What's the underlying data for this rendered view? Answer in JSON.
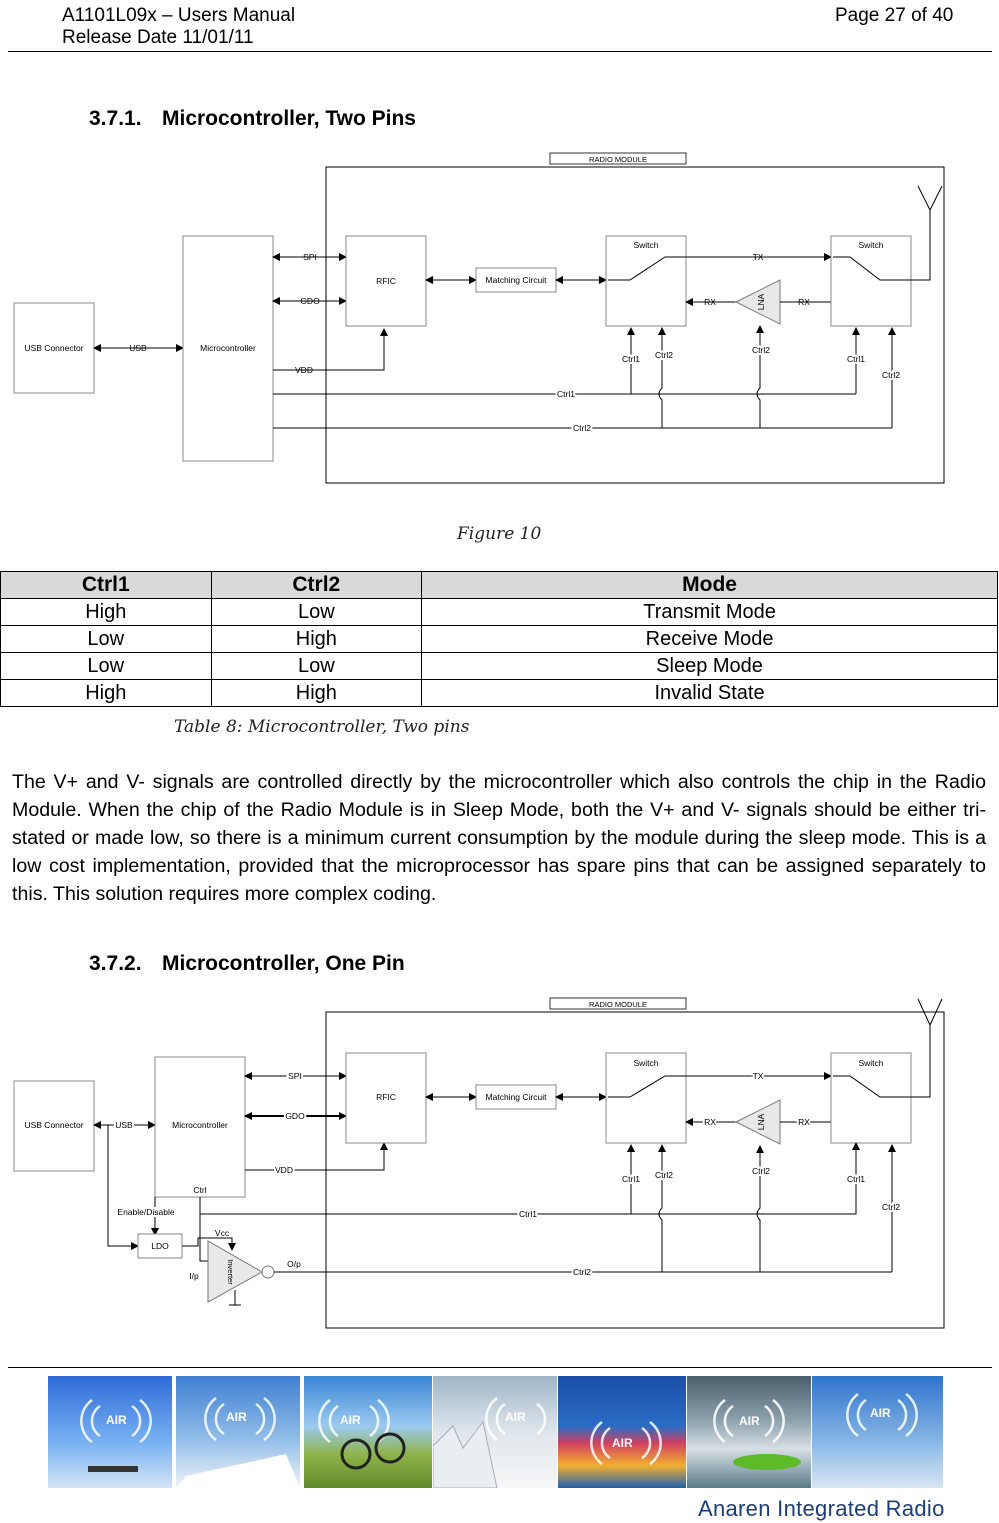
{
  "header": {
    "title": "A1101L09x – Users Manual",
    "release": "Release Date 11/01/11",
    "page": "Page 27 of 40"
  },
  "section1": {
    "number": "3.7.1.",
    "title": "Microcontroller, Two Pins"
  },
  "figure1": {
    "caption": "Figure 10",
    "radio_module": "RADIO MODULE",
    "usb_connector": "USB Connector",
    "usb": "USB",
    "microcontroller": "Microcontroller",
    "spi": "SPI",
    "gdo": "GDO",
    "vdd": "VDD",
    "rfic": "RFIC",
    "matching": "Matching Circuit",
    "switch": "Switch",
    "tx": "TX",
    "rx": "RX",
    "lna": "LNA",
    "ctrl1": "Ctrl1",
    "ctrl2": "Ctrl2"
  },
  "table": {
    "headers": [
      "Ctrl1",
      "Ctrl2",
      "Mode"
    ],
    "rows": [
      [
        "High",
        "Low",
        "Transmit Mode"
      ],
      [
        "Low",
        "High",
        "Receive Mode"
      ],
      [
        "Low",
        "Low",
        "Sleep Mode"
      ],
      [
        "High",
        "High",
        "Invalid State"
      ]
    ],
    "caption": "Table 8: Microcontroller, Two pins"
  },
  "paragraph": "The V+ and V- signals are controlled directly by the microcontroller which also controls the chip in the Radio Module. When the chip of the Radio Module is in Sleep Mode, both the V+ and V- signals should be either tri-stated or made low, so there is a minimum current consumption by the module during the sleep mode. This is a low cost implementation, provided that the microprocessor has spare pins that can be assigned separately to this. This solution requires more complex coding.",
  "section2": {
    "number": "3.7.2.",
    "title": "Microcontroller, One Pin"
  },
  "figure2": {
    "ctrl": "Ctrl",
    "enable_disable": "Enable/Disable",
    "ldo": "LDO",
    "vcc": "Vcc",
    "inverter": "Inverter",
    "ip": "I/p",
    "op": "O/p"
  },
  "footer": {
    "tiles": [
      "AIR",
      "AIR",
      "AIR",
      "AIR",
      "AIR",
      "AIR",
      "AIR"
    ],
    "brand": "Anaren Integrated Radio"
  }
}
